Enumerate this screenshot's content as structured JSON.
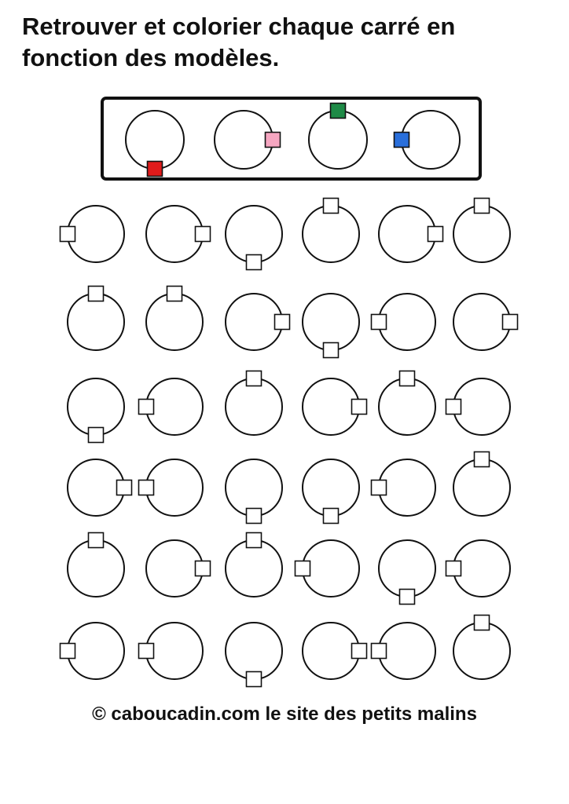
{
  "title": {
    "line1": "Retrouver et colorier chaque carré en",
    "line2": "fonction des modèles."
  },
  "models": [
    {
      "position": "bottom",
      "color": "#e01b1b"
    },
    {
      "position": "right",
      "color": "#f6a6c1"
    },
    {
      "position": "top",
      "color": "#1e8a46"
    },
    {
      "position": "left",
      "color": "#2a6fdb"
    }
  ],
  "grid": [
    [
      "left",
      "right",
      "bottom",
      "top",
      "right",
      "top"
    ],
    [
      "top",
      "top",
      "right",
      "bottom",
      "left",
      "right"
    ],
    [
      "bottom",
      "left",
      "top",
      "right",
      "top",
      "left"
    ],
    [
      "right",
      "left",
      "bottom",
      "bottom",
      "left",
      "top"
    ],
    [
      "top",
      "right",
      "top",
      "left",
      "bottom",
      "left"
    ],
    [
      "left",
      "left",
      "bottom",
      "right",
      "left",
      "top"
    ]
  ],
  "colors": {
    "stroke": "#111111",
    "fill": "#ffffff"
  },
  "footer": "© caboucadin.com le site des petits malins"
}
